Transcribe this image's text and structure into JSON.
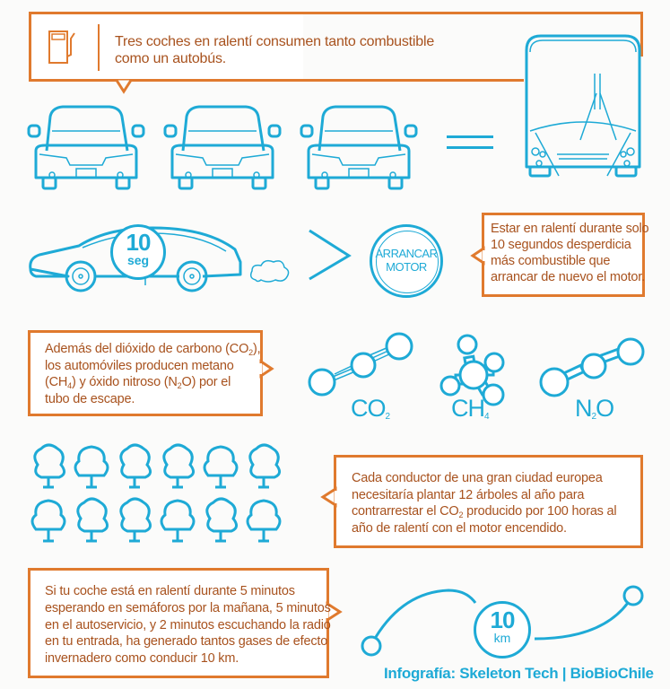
{
  "colors": {
    "orange": "#e07a2e",
    "text_brown": "#a8521e",
    "blue": "#1eaad6",
    "background": "#fbfbfa"
  },
  "section1": {
    "icon": "fuel-pump-icon",
    "line1": "Tres coches en ralentí consumen tanto combustible",
    "line2": "como un autobús.",
    "cars": [
      "car-front-icon",
      "car-front-icon",
      "car-front-icon"
    ],
    "equals": "=",
    "bus": "bus-front-icon"
  },
  "section2": {
    "badge_number": "10",
    "badge_unit": "seg",
    "comparator": ">",
    "circle_line1": "ARRANCAR",
    "circle_line2": "MOTOR",
    "text_lines": [
      "Estar en ralentí durante solo",
      "10 segundos desperdicia",
      "más combustible que",
      "arrancar de nuevo el motor."
    ]
  },
  "section3": {
    "text_line1_pre": "Además del dióxido de carbono (CO",
    "text_line1_sub": "2",
    "text_line1_post": "),",
    "text_line2": "los automóviles producen metano",
    "text_line3_a": "(CH",
    "text_line3_sub1": "4",
    "text_line3_b": ") y óxido nitroso (N",
    "text_line3_sub2": "2",
    "text_line3_c": "O) por el",
    "text_line4": "tubo de escape.",
    "molecules": [
      {
        "base": "CO",
        "sub": "2",
        "post": ""
      },
      {
        "base": "CH",
        "sub": "4",
        "post": ""
      },
      {
        "base": "N",
        "sub": "2",
        "post": "O"
      }
    ]
  },
  "section4": {
    "tree_count": 12,
    "line1": "Cada conductor de una gran ciudad europea",
    "line2": "necesitaría plantar 12 árboles al año para",
    "line3_pre": "contrarrestar el CO",
    "line3_sub": "2",
    "line3_post": " producido por 100 horas al",
    "line4": "año de ralentí con el motor encendido."
  },
  "section5": {
    "text_lines": [
      "Si tu coche está en ralentí durante 5 minutos",
      "esperando en semáforos por la mañana, 5 minutos",
      "en el autoservicio, y 2 minutos escuchando la radio",
      "en tu entrada, ha generado tantos gases de efecto",
      "invernadero como conducir 10 km."
    ],
    "badge_number": "10",
    "badge_unit": "km"
  },
  "footer": {
    "credit": "Infografía: Skeleton Tech | BioBioChile"
  }
}
